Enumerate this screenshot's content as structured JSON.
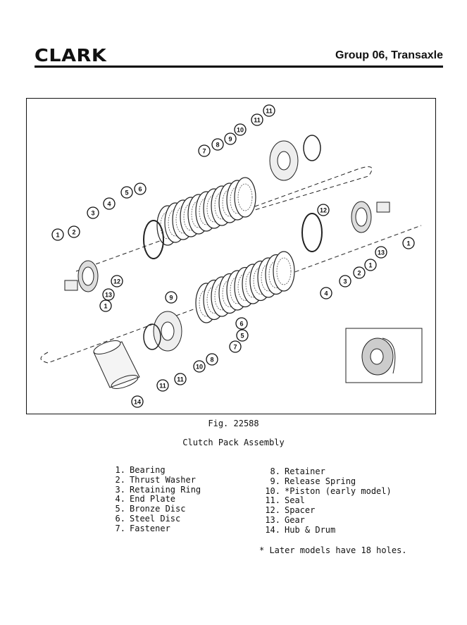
{
  "header": {
    "logo_text": "CLARK",
    "group_title": "Group 06, Transaxle"
  },
  "figure": {
    "number": "Fig. 22588",
    "caption": "Clutch Pack Assembly",
    "callouts_upper": [
      "11",
      "11",
      "10",
      "9",
      "8",
      "7",
      "6",
      "5",
      "4",
      "3",
      "2",
      "1",
      "13",
      "12",
      "1"
    ],
    "callouts_lower": [
      "12",
      "1",
      "13",
      "2",
      "3",
      "4",
      "9",
      "6",
      "5",
      "7",
      "8",
      "10",
      "11",
      "11",
      "14",
      "1"
    ]
  },
  "parts_left": [
    {
      "num": "1.",
      "name": "Bearing"
    },
    {
      "num": "2.",
      "name": "Thrust Washer"
    },
    {
      "num": "3.",
      "name": "Retaining Ring"
    },
    {
      "num": "4.",
      "name": "End Plate"
    },
    {
      "num": "5.",
      "name": "Bronze Disc"
    },
    {
      "num": "6.",
      "name": "Steel Disc"
    },
    {
      "num": "7.",
      "name": "Fastener"
    }
  ],
  "parts_right": [
    {
      "num": "8.",
      "name": "Retainer"
    },
    {
      "num": "9.",
      "name": "Release Spring"
    },
    {
      "num": "10.",
      "name": "*Piston (early model)"
    },
    {
      "num": "11.",
      "name": "Seal"
    },
    {
      "num": "12.",
      "name": "Spacer"
    },
    {
      "num": "13.",
      "name": "Gear"
    },
    {
      "num": "14.",
      "name": "Hub & Drum"
    }
  ],
  "footnote": "* Later models have 18 holes."
}
